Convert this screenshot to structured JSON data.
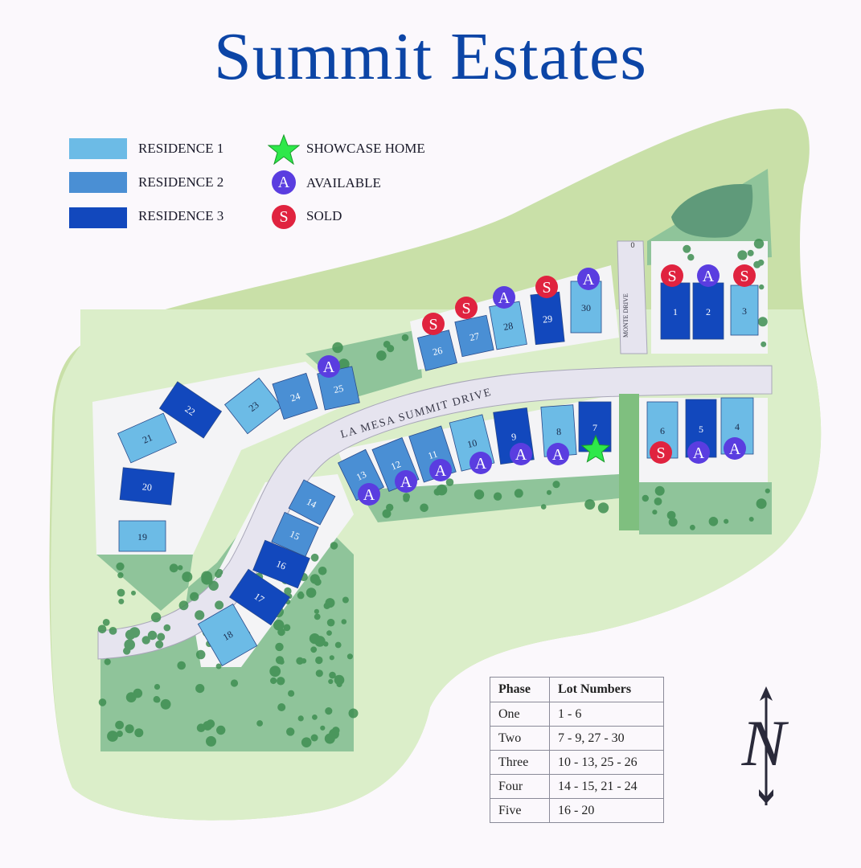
{
  "title": "Summit Estates",
  "legend": {
    "residence_1": "RESIDENCE 1",
    "residence_2": "RESIDENCE 2",
    "residence_3": "RESIDENCE 3",
    "showcase": "SHOWCASE HOME",
    "available": "AVAILABLE",
    "sold": "SOLD",
    "available_letter": "A",
    "sold_letter": "S"
  },
  "colors": {
    "residence_1": "#6cbbe6",
    "residence_2": "#4a8fd4",
    "residence_3": "#1248bd",
    "available": "#5a3de0",
    "sold": "#e0233f",
    "showcase": "#2ee84a",
    "title": "#0c45a6"
  },
  "streets": {
    "main": "LA MESA SUMMIT DRIVE",
    "side": "MONTE DRIVE"
  },
  "lots": [
    {
      "number": "1",
      "type": "residence_3",
      "status": "sold"
    },
    {
      "number": "2",
      "type": "residence_3",
      "status": "available"
    },
    {
      "number": "3",
      "type": "residence_1",
      "status": "sold"
    },
    {
      "number": "4",
      "type": "residence_1",
      "status": "available"
    },
    {
      "number": "5",
      "type": "residence_3",
      "status": "available"
    },
    {
      "number": "6",
      "type": "residence_1",
      "status": "sold"
    },
    {
      "number": "7",
      "type": "residence_3",
      "status": "showcase"
    },
    {
      "number": "8",
      "type": "residence_1",
      "status": "available"
    },
    {
      "number": "9",
      "type": "residence_3",
      "status": "available"
    },
    {
      "number": "10",
      "type": "residence_1",
      "status": "available"
    },
    {
      "number": "11",
      "type": "residence_2",
      "status": "available"
    },
    {
      "number": "12",
      "type": "residence_2",
      "status": "available"
    },
    {
      "number": "13",
      "type": "residence_2",
      "status": "available"
    },
    {
      "number": "14",
      "type": "residence_2",
      "status": ""
    },
    {
      "number": "15",
      "type": "residence_2",
      "status": ""
    },
    {
      "number": "16",
      "type": "residence_3",
      "status": ""
    },
    {
      "number": "17",
      "type": "residence_3",
      "status": ""
    },
    {
      "number": "18",
      "type": "residence_1",
      "status": ""
    },
    {
      "number": "19",
      "type": "residence_1",
      "status": ""
    },
    {
      "number": "20",
      "type": "residence_3",
      "status": ""
    },
    {
      "number": "21",
      "type": "residence_1",
      "status": ""
    },
    {
      "number": "22",
      "type": "residence_3",
      "status": ""
    },
    {
      "number": "23",
      "type": "residence_1",
      "status": ""
    },
    {
      "number": "24",
      "type": "residence_2",
      "status": ""
    },
    {
      "number": "25",
      "type": "residence_2",
      "status": "available"
    },
    {
      "number": "26",
      "type": "residence_2",
      "status": "sold"
    },
    {
      "number": "27",
      "type": "residence_2",
      "status": "sold"
    },
    {
      "number": "28",
      "type": "residence_1",
      "status": "available"
    },
    {
      "number": "29",
      "type": "residence_3",
      "status": "sold"
    },
    {
      "number": "30",
      "type": "residence_1",
      "status": "available"
    }
  ],
  "phases": {
    "header": [
      "Phase",
      "Lot Numbers"
    ],
    "rows": [
      {
        "phase": "One",
        "lots": "1 - 6"
      },
      {
        "phase": "Two",
        "lots": "7 - 9, 27 - 30"
      },
      {
        "phase": "Three",
        "lots": "10 - 13, 25 - 26"
      },
      {
        "phase": "Four",
        "lots": "14 - 15, 21 - 24"
      },
      {
        "phase": "Five",
        "lots": "16 - 20"
      }
    ]
  },
  "compass": {
    "letter": "N"
  },
  "road_marker": "0"
}
